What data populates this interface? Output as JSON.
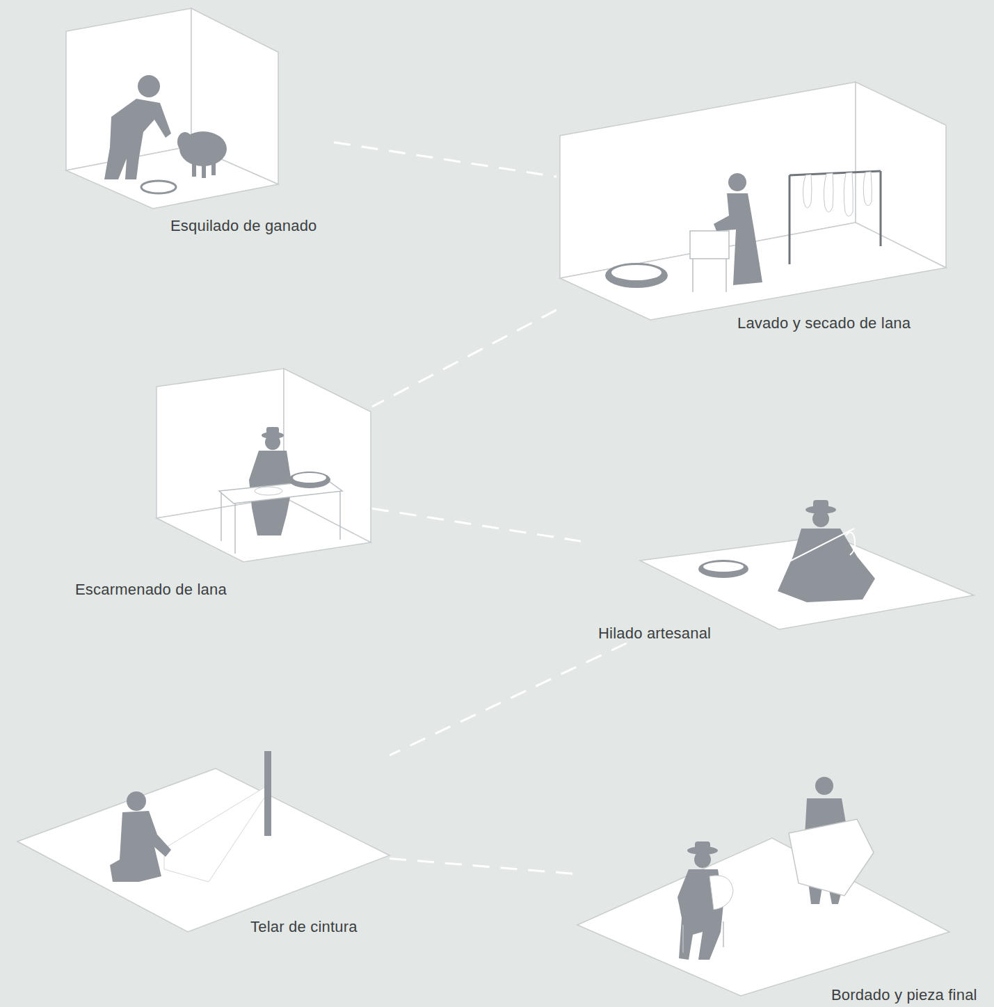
{
  "diagram": {
    "nodes": [
      {
        "text": [
          "Esquilado de ganado"
        ]
      },
      {
        "text": [
          "Lavado y secado de lana"
        ]
      },
      {
        "text": [
          "Escarmenado de lana"
        ]
      },
      {
        "text": [
          "Hilado artesanal"
        ]
      },
      {
        "text": [
          "Telar de cintura"
        ]
      },
      {
        "text": [
          "Bordado y pieza final"
        ]
      }
    ],
    "edges": [
      {
        "from": 0,
        "to": 1,
        "arrow": "none"
      },
      {
        "from": 1,
        "to": 2,
        "arrow": "none"
      },
      {
        "from": 2,
        "to": 3,
        "arrow": "none"
      },
      {
        "from": 3,
        "to": 4,
        "arrow": "none"
      },
      {
        "from": 4,
        "to": 5,
        "arrow": "none"
      }
    ]
  }
}
